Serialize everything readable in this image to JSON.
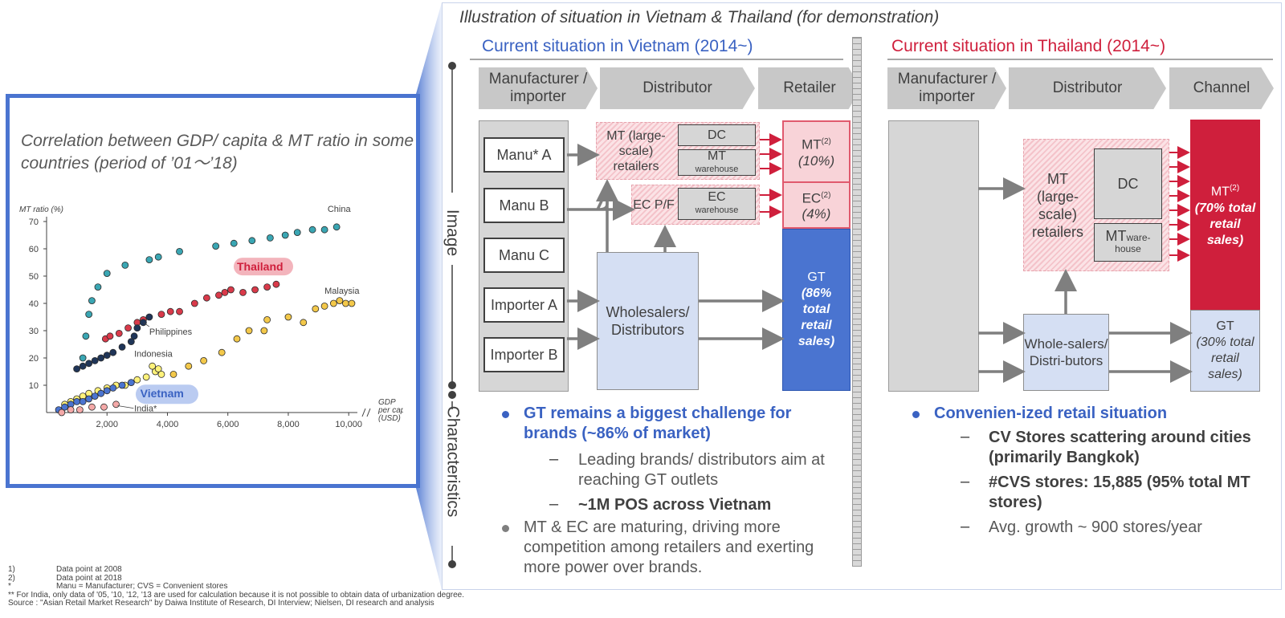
{
  "left": {
    "title": "Correlation between GDP/ capita & MT ratio in some countries (period of ’01〜’18)"
  },
  "chart_data": {
    "type": "scatter",
    "xlabel": "GDP per capita (USD)",
    "ylabel": "MT ratio (%)",
    "xlim": [
      0,
      10500
    ],
    "ylim": [
      0,
      70
    ],
    "x_ticks": [
      "2,000",
      "4,000",
      "6,000",
      "8,000",
      "10,000"
    ],
    "y_ticks": [
      "10",
      "20",
      "30",
      "40",
      "50",
      "60",
      "70"
    ],
    "series": [
      {
        "name": "China",
        "color": "#3aa6b3",
        "points": [
          [
            1200,
            20
          ],
          [
            1300,
            28
          ],
          [
            1400,
            36
          ],
          [
            1500,
            41
          ],
          [
            1700,
            46
          ],
          [
            2000,
            51
          ],
          [
            2600,
            54
          ],
          [
            3400,
            56
          ],
          [
            3700,
            57
          ],
          [
            4400,
            59
          ],
          [
            5600,
            61
          ],
          [
            6200,
            62
          ],
          [
            6800,
            63
          ],
          [
            7400,
            64
          ],
          [
            7900,
            65
          ],
          [
            8300,
            66
          ],
          [
            8800,
            67
          ],
          [
            9200,
            67
          ],
          [
            9600,
            68
          ]
        ]
      },
      {
        "name": "Thailand",
        "color": "#d93a4a",
        "points": [
          [
            1950,
            27
          ],
          [
            2100,
            28
          ],
          [
            2400,
            29
          ],
          [
            2700,
            31
          ],
          [
            3000,
            33
          ],
          [
            3200,
            34
          ],
          [
            3800,
            36
          ],
          [
            4100,
            37
          ],
          [
            4400,
            37
          ],
          [
            4900,
            40
          ],
          [
            5300,
            42
          ],
          [
            5700,
            43
          ],
          [
            5900,
            44
          ],
          [
            6100,
            45
          ],
          [
            6500,
            44
          ],
          [
            6900,
            45
          ],
          [
            7300,
            46
          ],
          [
            7600,
            47
          ]
        ]
      },
      {
        "name": "Malaysia",
        "color": "#f3c84a",
        "points": [
          [
            4200,
            14
          ],
          [
            4700,
            17
          ],
          [
            5200,
            19
          ],
          [
            5800,
            22
          ],
          [
            6300,
            27
          ],
          [
            6700,
            30
          ],
          [
            7200,
            30
          ],
          [
            7300,
            34
          ],
          [
            8000,
            35
          ],
          [
            8500,
            33
          ],
          [
            8900,
            38
          ],
          [
            9200,
            39
          ],
          [
            9500,
            40
          ],
          [
            9700,
            41
          ],
          [
            9900,
            40
          ],
          [
            10100,
            40
          ]
        ]
      },
      {
        "name": "Philippines",
        "color": "#1f3558",
        "points": [
          [
            1000,
            16
          ],
          [
            1200,
            17
          ],
          [
            1400,
            18
          ],
          [
            1600,
            19
          ],
          [
            1800,
            20
          ],
          [
            2000,
            21
          ],
          [
            2200,
            22
          ],
          [
            2500,
            24
          ],
          [
            2800,
            26
          ],
          [
            2900,
            28
          ],
          [
            3000,
            31
          ],
          [
            3200,
            33
          ],
          [
            3400,
            35
          ]
        ]
      },
      {
        "name": "Indonesia",
        "color": "#fff27a",
        "points": [
          [
            600,
            3
          ],
          [
            800,
            4
          ],
          [
            1000,
            5
          ],
          [
            1200,
            6
          ],
          [
            1400,
            7
          ],
          [
            1700,
            8
          ],
          [
            2000,
            9
          ],
          [
            2300,
            10
          ],
          [
            2600,
            10
          ],
          [
            3000,
            12
          ],
          [
            3300,
            13
          ],
          [
            3500,
            17
          ],
          [
            3600,
            15
          ],
          [
            3700,
            16
          ],
          [
            3800,
            14
          ]
        ]
      },
      {
        "name": "Vietnam",
        "color": "#4a74d0",
        "points": [
          [
            400,
            1
          ],
          [
            600,
            2
          ],
          [
            800,
            3
          ],
          [
            1000,
            4
          ],
          [
            1200,
            4
          ],
          [
            1400,
            5
          ],
          [
            1600,
            6
          ],
          [
            1800,
            7
          ],
          [
            2000,
            8
          ],
          [
            2200,
            9
          ],
          [
            2500,
            10
          ],
          [
            2800,
            11
          ]
        ]
      },
      {
        "name": "India*",
        "color": "#f4a9a8",
        "points": [
          [
            500,
            0
          ],
          [
            800,
            1
          ],
          [
            1100,
            1
          ],
          [
            1500,
            2
          ],
          [
            1900,
            2
          ],
          [
            2300,
            3
          ]
        ]
      }
    ]
  },
  "footnotes": [
    {
      "mark": "1)",
      "text": "Data point at 2008"
    },
    {
      "mark": "2)",
      "text": "Data point at 2018"
    },
    {
      "mark": "*",
      "text": "Manu = Manufacturer; CVS = Convenient stores"
    },
    {
      "mark": "",
      "text": "** For India, only data of '05, '10, '12, '13 are used for calculation because it is not possible to obtain data of urbanization degree."
    },
    {
      "mark": "",
      "text": "Source : \"Asian Retail Market Research\" by Daiwa Institute of Research, DI Interview; Nielsen, DI research and analysis"
    }
  ],
  "right": {
    "title": "Illustration of situation in Vietnam & Thailand (for demonstration)",
    "side_image": "Image",
    "side_characteristics": "Characteristics",
    "vietnam": {
      "title": "Current situation in Vietnam (2014~)",
      "chevrons": [
        "Manufacturer / importer",
        "Distributor",
        "Retailer"
      ],
      "manufacturers": [
        "Manu* A",
        "Manu B",
        "Manu C",
        "Importer A",
        "Importer B"
      ],
      "mt_retailers": "MT (large-scale) retailers",
      "dc": "DC",
      "mt_warehouse_a": "MT",
      "mt_warehouse_b": "warehouse",
      "ec_pf": "EC P/F",
      "ec_warehouse_a": "EC",
      "ec_warehouse_b": "warehouse",
      "wholesalers": "Wholesalers/ Distributors",
      "mt_share": "MT",
      "mt_sup": "(2)",
      "mt_pct": "(10%)",
      "ec_share": "EC",
      "ec_sup": "(2)",
      "ec_pct": "(4%)",
      "gt_label": "GT",
      "gt_pct": "(86% total retail sales)",
      "bullets": {
        "b1": "GT remains a biggest challenge for brands (~86% of market)",
        "b1_s1": "Leading brands/ distributors aim at reaching GT outlets",
        "b1_s2": "~1M POS across Vietnam",
        "b2": "MT & EC are maturing, driving more competition among retailers and exerting more power over brands."
      }
    },
    "thailand": {
      "title": "Current situation in Thailand (2014~)",
      "chevrons": [
        "Manufacturer / importer",
        "Distributor",
        "Channel"
      ],
      "mt_retailers": "MT (large-scale) retailers",
      "dc": "DC",
      "mt_warehouse_a": "MT",
      "mt_warehouse_b": "ware-house",
      "wholesalers": "Whole-salers/ Distri-butors",
      "mt_share": "MT",
      "mt_sup": "(2)",
      "mt_pct": "(70% total retail sales)",
      "gt_label": "GT",
      "gt_pct": "(30% total retail sales)",
      "bullets": {
        "b1": "Convenien-ized retail situation",
        "b1_s1": "CV Stores scattering around cities (primarily Bangkok)",
        "b1_s2": "#CVS stores: 15,885 (95% total MT stores)",
        "b1_s3": "Avg. growth ~ 900 stores/year"
      }
    }
  },
  "colors": {
    "accent_blue": "#4a74d0",
    "accent_red": "#cf1f3c",
    "grey": "#c8c8c8"
  }
}
